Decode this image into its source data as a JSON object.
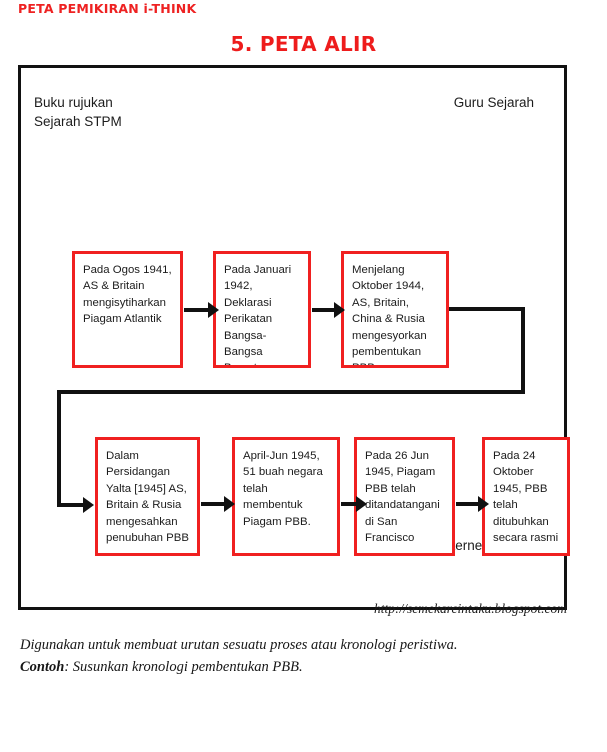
{
  "header": {
    "kicker": "PETA PEMIKIRAN i-THINK",
    "title": "5. PETA ALIR",
    "accent_color": "#ee1c1c"
  },
  "diagram": {
    "frame_border_color": "#111111",
    "node_border_color": "#f02020",
    "connector_color": "#111111",
    "source_labels": {
      "top_left": "Buku rujukan\nSejarah STPM",
      "top_right": "Guru Sejarah",
      "bottom_right": "Internet"
    },
    "nodes": [
      {
        "id": "n1",
        "text": "Pada Ogos 1941, AS & Britain mengisytiharkan Piagam Atlantik"
      },
      {
        "id": "n2",
        "text": "Pada Januari 1942, Deklarasi Perikatan Bangsa-Bangsa Bersatu ditandatangani"
      },
      {
        "id": "n3",
        "text": "Menjelang Oktober 1944, AS, Britain, China & Rusia mengesyorkan pembentukan PBB"
      },
      {
        "id": "n4",
        "text": "Dalam Persidangan Yalta [1945] AS, Britain & Rusia mengesahkan penubuhan PBB"
      },
      {
        "id": "n5",
        "text": "April-Jun 1945, 51 buah negara telah membentuk Piagam PBB."
      },
      {
        "id": "n6",
        "text": "Pada 26 Jun 1945, Piagam PBB telah ditandatangani di San Francisco"
      },
      {
        "id": "n7",
        "text": "Pada 24 Oktober 1945, PBB telah ditubuhkan secara rasmi"
      }
    ]
  },
  "footer": {
    "url": "http://semekarcintaku.blogspot.com",
    "note_line1": "Digunakan untuk membuat urutan sesuatu proses atau kronologi peristiwa.",
    "note_label": "Contoh",
    "note_line2": ": Susunkan kronologi pembentukan PBB."
  }
}
